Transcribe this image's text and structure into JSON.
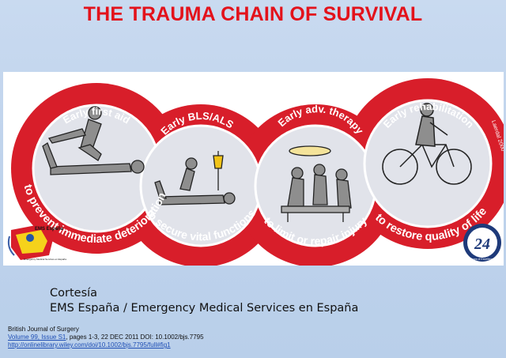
{
  "title": "THE TRAUMA CHAIN OF SURVIVAL",
  "links": [
    {
      "top": "Early first aid",
      "bottom": "to prevent immediate deterioration"
    },
    {
      "top": "Early BLS/ALS",
      "bottom": "to secure vital functions"
    },
    {
      "top": "Early adv. therapy",
      "bottom": "to limit or repair injury"
    },
    {
      "top": "Early rehabilitation",
      "bottom": "to restore quality of life"
    }
  ],
  "signature": "Laerdal 2000",
  "logo_left": {
    "name": "EMS España",
    "tagline": "Emergency Medical Services en España"
  },
  "logo_right": {
    "number": "24",
    "caption": "Years of Excellence"
  },
  "credit": {
    "line1": "Cortesía",
    "line2": "EMS España / Emergency Medical Services en España"
  },
  "citation": {
    "journal": "British Journal of Surgery",
    "volume_link": "Volume 99, Issue S1",
    "details": ", pages 1-3, 22 DEC 2011 DOI: 10.1002/bjs.7795",
    "url": "http://onlinelibrary.wiley.com/doi/10.1002/bjs.7795/full#fig1"
  },
  "colors": {
    "ring": "#d81e2a",
    "inner": "#e1e3ea",
    "figure": "#8e8e8e",
    "title": "#e3121b"
  }
}
